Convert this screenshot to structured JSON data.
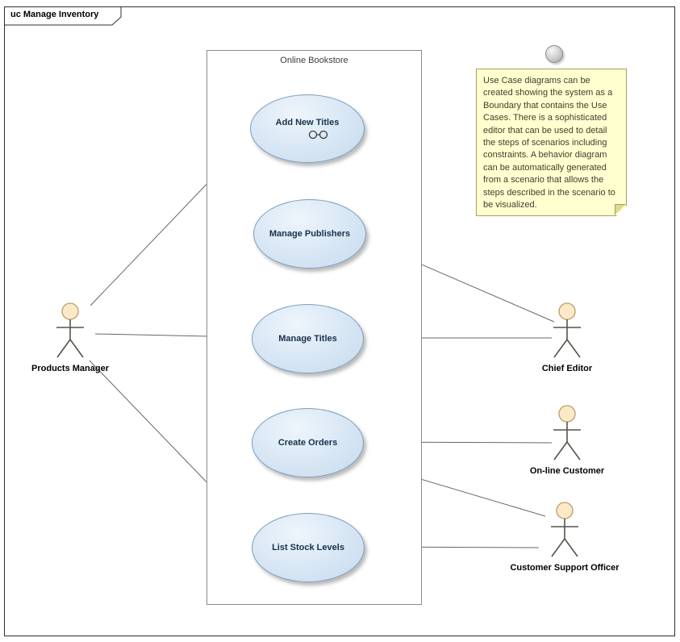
{
  "frame": {
    "title": "uc Manage Inventory"
  },
  "boundary": {
    "title": "Online Bookstore"
  },
  "use_cases": [
    {
      "label": "Add New Titles"
    },
    {
      "label": "Manage Publishers"
    },
    {
      "label": "Manage Titles"
    },
    {
      "label": "Create Orders"
    },
    {
      "label": "List Stock Levels"
    }
  ],
  "actors": [
    {
      "label": "Products Manager"
    },
    {
      "label": "Chief Editor"
    },
    {
      "label": "On-line Customer"
    },
    {
      "label": "Customer Support Officer"
    }
  ],
  "note": {
    "text": "Use Case diagrams can be created showing the system as a Boundary that contains the Use Cases. There is a sophisticated editor that can be used to detail the steps of scenarios including constraints. A behavior diagram can be automatically generated from a scenario that allows the steps described in the scenario to be visualized."
  },
  "connections": [
    {
      "from": "Products Manager",
      "to": "Add New Titles"
    },
    {
      "from": "Products Manager",
      "to": "Manage Titles"
    },
    {
      "from": "Products Manager",
      "to": "List Stock Levels"
    },
    {
      "from": "Chief Editor",
      "to": "Manage Publishers"
    },
    {
      "from": "Chief Editor",
      "to": "Manage Titles"
    },
    {
      "from": "On-line Customer",
      "to": "Create Orders"
    },
    {
      "from": "Customer Support Officer",
      "to": "Create Orders"
    },
    {
      "from": "Customer Support Officer",
      "to": "List Stock Levels"
    }
  ],
  "colors": {
    "use_case_fill": "#d7e6f4",
    "use_case_border": "#7a9cbe",
    "note_fill": "#ffffcf",
    "actor_head_fill": "#fce9c8",
    "frame_border": "#2f2f2f"
  }
}
